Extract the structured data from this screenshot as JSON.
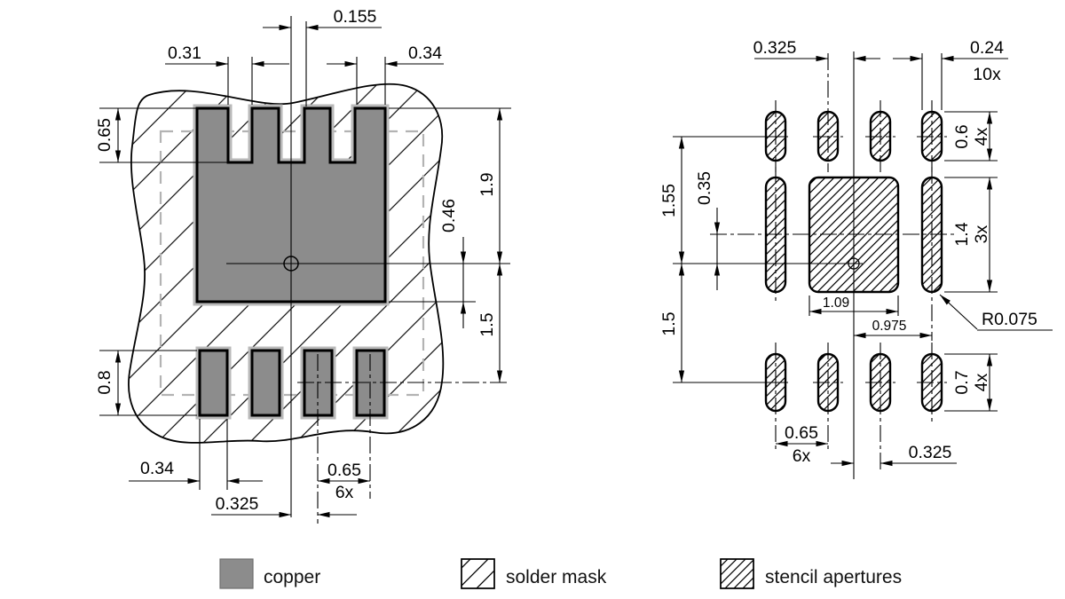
{
  "figures": {
    "left": {
      "offset_top": "0.155",
      "notch_width": "0.31",
      "finger_width": "0.34",
      "notch_depth": "0.65",
      "pad_height": "0.8",
      "span_top": "1.9",
      "center_to_edge": "0.46",
      "span_bottom": "1.5",
      "pad_width": "0.34",
      "pitch": "0.65",
      "pitch_qty": "6x",
      "half_pitch": "0.325"
    },
    "right": {
      "col_offset": "0.325",
      "slot_width": "0.24",
      "slot_width_qty": "10x",
      "top_slot_height": "0.6",
      "top_slot_qty": "4x",
      "span_upper": "1.55",
      "row_offset": "0.35",
      "mid_height": "1.4",
      "mid_qty": "3x",
      "center_width": "1.09",
      "center_offset": "0.975",
      "corner_radius": "R0.075",
      "span_lower": "1.5",
      "bottom_slot_height": "0.7",
      "bottom_slot_qty": "4x",
      "pitch": "0.65",
      "pitch_qty": "6x",
      "half_pitch": "0.325"
    }
  },
  "legend": {
    "copper": "copper",
    "solder_mask": "solder mask",
    "stencil": "stencil apertures"
  },
  "colors": {
    "copper": "#8c8c8c",
    "mask_halo": "#b9b9b9",
    "package_dash": "#b3b3b3"
  }
}
